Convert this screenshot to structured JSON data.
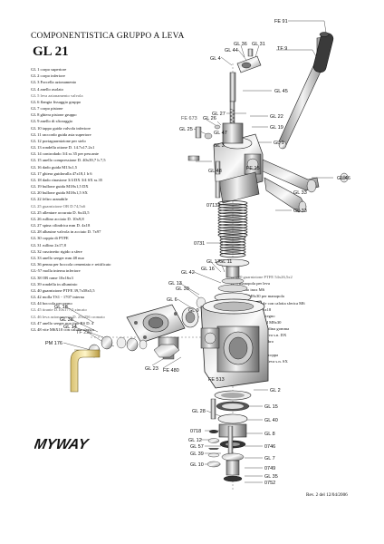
{
  "header": {
    "title": "COMPONENTISTICA GRUPPO A LEVA",
    "model": "GL 21"
  },
  "parts_list": [
    {
      "text": "GL 1  corpo superiore",
      "light": false
    },
    {
      "text": "GL 2 corpo inferiore",
      "light": false
    },
    {
      "text": "GL 3 Forcella azionamento",
      "light": false
    },
    {
      "text": "GL 4 anello asolato",
      "light": false
    },
    {
      "text": "GL 5 leva azionamento valvola",
      "light": true
    },
    {
      "text": "GL 6 flangia fissaggio gruppo",
      "light": false
    },
    {
      "text": "GL 7 corpo pistone",
      "light": false
    },
    {
      "text": "GL 8 ghiera pistone gruppo",
      "light": false
    },
    {
      "text": "GL 9 anello di sfioraggio",
      "light": false
    },
    {
      "text": "GL 10 tappo guida valvola inferiore",
      "light": false
    },
    {
      "text": "GL 11 raccordo guida asta superiore",
      "light": false
    },
    {
      "text": "GL 12 portaguarnizione per stelo",
      "light": false
    },
    {
      "text": "GL 13 rondella ottone D. 14.7x17.2x1",
      "light": false
    },
    {
      "text": "GL 14 controdado 3/4 ss 35 per pescante",
      "light": false
    },
    {
      "text": "GL 15 anello compressione D. 40x39,7 h 7,5",
      "light": false
    },
    {
      "text": "GL 16 dado guida M13x1,5",
      "light": false
    },
    {
      "text": "GL 17 ghiera guidavalla 47x18,1 h 6",
      "light": false
    },
    {
      "text": "GL 18 dado rinasione 3/4 DX 3/4 SX ss.35",
      "light": false
    },
    {
      "text": "GL 19 bullone guida M18x1,5 DX",
      "light": false
    },
    {
      "text": "GL 20 bullone guida M18x1,5 SX",
      "light": false
    },
    {
      "text": "GL 22 feltro aranabile",
      "light": false
    },
    {
      "text": "GL 25 guarnizione OR D.74,5x6",
      "light": true
    },
    {
      "text": "GL 25 allentare accurata D. 6x43,5",
      "light": false
    },
    {
      "text": "GL 26 rullino acciaio D. 10x9,8",
      "light": false
    },
    {
      "text": "GL 27 spina cilindrica mm D. 4x18",
      "light": false
    },
    {
      "text": "GL 28 albasine valvola in acciaio D. 7x97",
      "light": false
    },
    {
      "text": "GL 30 coppia di PTFE",
      "light": false
    },
    {
      "text": "GL 31 rullino 2x17,8",
      "light": false
    },
    {
      "text": "GL 32 cuscinetto rigido a sfere",
      "light": false
    },
    {
      "text": "GL 33 anello seeger mm 48 nuo",
      "light": false
    },
    {
      "text": "GL 36 penna per boccola cementato e rettificato",
      "light": false
    },
    {
      "text": "GL-57 molla interna inferiore",
      "light": false
    },
    {
      "text": "GL 38 OR rame 10x16x3",
      "light": false
    },
    {
      "text": "GL 39 rondella in alluminio",
      "light": false
    },
    {
      "text": "GL 40 guarnizione PTFE 39,7x58x5,5",
      "light": false
    },
    {
      "text": "GL 42 molla TS1 - 1707 interna",
      "light": false
    },
    {
      "text": "GL 44 boccola per perno",
      "light": false
    },
    {
      "text": "GL 45 tirante D.10x177,5 zincato",
      "light": true
    },
    {
      "text": "GL 46 leva azionamento D. 25x256 cromato",
      "light": true
    },
    {
      "text": "GL 47 anello seeger nuo tipo RS D. 4",
      "light": false
    },
    {
      "text": "GL 48 vite M6X10 con calotta sferica",
      "light": false
    }
  ],
  "parts_list_2": [
    {
      "text": "TF 220 guarnizione PTFE 54x26,5x2",
      "light": true
    },
    {
      "text": "TF 9 manopola per leva",
      "light": false
    },
    {
      "text": "FE 82 dado inox M6",
      "light": false
    },
    {
      "text": "FE 91 vite M8x30 per manopola",
      "light": false
    },
    {
      "text": "FE 15 dado esagonale con calotta sferica M6",
      "light": false
    },
    {
      "text": "FE 290 vite inox M6x18",
      "light": false
    },
    {
      "text": "FE 480 valvolina di stegno",
      "light": false
    },
    {
      "text": "FE 513 vite inox TCEI M8x30",
      "light": false
    },
    {
      "text": "0718   guarnizione valvolina gomma",
      "light": false
    },
    {
      "text": "0731   molla gruppo a leva s.n. DX",
      "light": false
    },
    {
      "text": "0746   guarnizione a labbro",
      "light": false
    },
    {
      "text": "0749   doccetta Pompei",
      "light": false
    },
    {
      "text": "0752   guarnizione sottocoppa",
      "light": false
    },
    {
      "text": "07133  molla gruppo a leva s.n. SX",
      "light": false
    }
  ],
  "labels": {
    "fe91": "FE 91",
    "gl36": "GL 36",
    "gl31": "GL 31",
    "gl44": "GL 44",
    "tf9": "TF 9",
    "gl4": "GL 4",
    "gl45": "GL 45",
    "gl27": "GL 27",
    "gl22": "GL 22",
    "gl19": "GL 19",
    "gl1": "GL 1",
    "fe673": "FE 673",
    "gl26": "GL 26",
    "gl25": "GL 25",
    "gl47": "GL 47",
    "gl3": "GL 3",
    "gl48": "GL 48",
    "fe15": "FE 15",
    "gl46": "GL 46",
    "gl33": "GL 33",
    "gl33b": "GL 33",
    "n07133": "07133",
    "n0731": "0731",
    "gl17": "GL 17",
    "gl11": "GL 11",
    "gl16": "GL 16",
    "gl42": "GL 42",
    "gl13": "GL 13",
    "gl30": "GL 30",
    "gl6": "GL 6",
    "gl9": "GL 9",
    "gl18": "GL 18",
    "gl38": "GL 38",
    "gl14": "GL 14",
    "tf220": "TF 220",
    "pm176": "PM 176",
    "gl23": "GL 23",
    "fe480": "FE 480",
    "fe513": "FE 513",
    "gl2": "GL 2",
    "gl28": "GL 28",
    "gl15": "GL 15",
    "gl40": "GL 40",
    "n0718": "0718",
    "gl8": "GL 8",
    "gl12": "GL 12",
    "n0746": "0746",
    "gl57": "GL 57",
    "gl7": "GL 7",
    "gl39": "GL 39",
    "n0749": "0749",
    "gl10": "GL 10",
    "n0752": "0752",
    "gl35": "GL 35"
  },
  "logo": {
    "text": "MYWAY"
  },
  "footer": {
    "revision": "Rev. 2 del 12/04/2006"
  }
}
